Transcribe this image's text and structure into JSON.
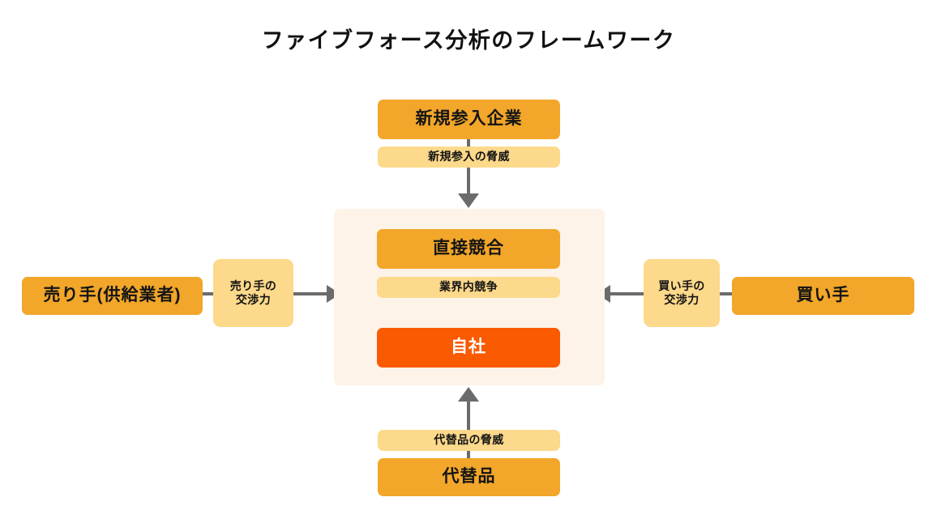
{
  "diagram": {
    "title": "ファイブフォース分析のフレームワーク",
    "colors": {
      "force_box": "#F2A62A",
      "self_box": "#FA5A00",
      "label_box": "#FCD98B",
      "center_panel": "#FDF3E8",
      "connector": "#6B6B6B",
      "page_background": "#FFFFFF",
      "text_dark": "#141414",
      "text_light": "#FFFFFF"
    },
    "center": {
      "rivalry_box": "直接競合",
      "rivalry_label": "業界内競争",
      "self_box": "自社"
    },
    "forces": {
      "new_entrants": {
        "box": "新規参入企業",
        "label": "新規参入の脅威",
        "position": "top",
        "arrow_direction": "down"
      },
      "suppliers": {
        "box": "売り手(供給業者)",
        "label_line1": "売り手の",
        "label_line2": "交渉力",
        "position": "left",
        "arrow_direction": "right"
      },
      "buyers": {
        "box": "買い手",
        "label_line1": "買い手の",
        "label_line2": "交渉力",
        "position": "right",
        "arrow_direction": "left"
      },
      "substitutes": {
        "box": "代替品",
        "label": "代替品の脅威",
        "position": "bottom",
        "arrow_direction": "up"
      }
    }
  }
}
